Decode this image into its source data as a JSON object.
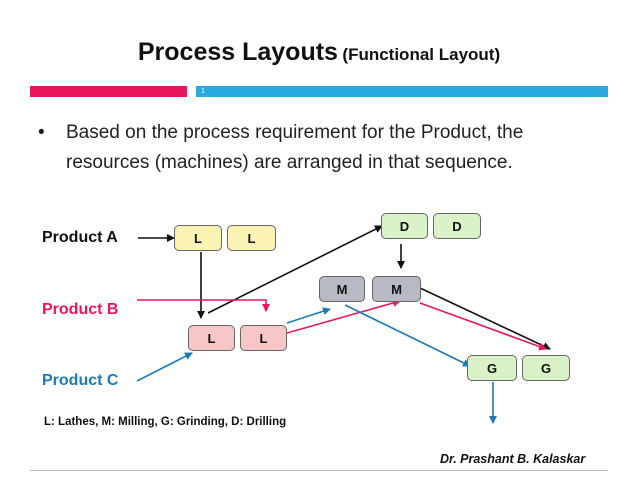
{
  "title": {
    "main": "Process Layouts",
    "sub": "(Functional Layout)"
  },
  "header_mark": "1",
  "bullet": {
    "symbol": "•",
    "text": "Based on the process requirement for the Product, the resources (machines) are arranged in that sequence."
  },
  "products": {
    "a": "Product A",
    "b": "Product B",
    "c": "Product C"
  },
  "machines": {
    "lathe_top_1": "L",
    "lathe_top_2": "L",
    "lathe_bottom_1": "L",
    "lathe_bottom_2": "L",
    "drill_1": "D",
    "drill_2": "D",
    "mill_1": "M",
    "mill_2": "M",
    "grind_1": "G",
    "grind_2": "G"
  },
  "legend": "L: Lathes, M: Milling, G: Grinding, D: Drilling",
  "author": "Dr. Prashant B. Kalaskar",
  "colors": {
    "accent_pink": "#e8175d",
    "accent_blue": "#29a9e0",
    "product_a": "#111111",
    "product_b": "#e8175d",
    "product_c": "#1a7bb8"
  }
}
